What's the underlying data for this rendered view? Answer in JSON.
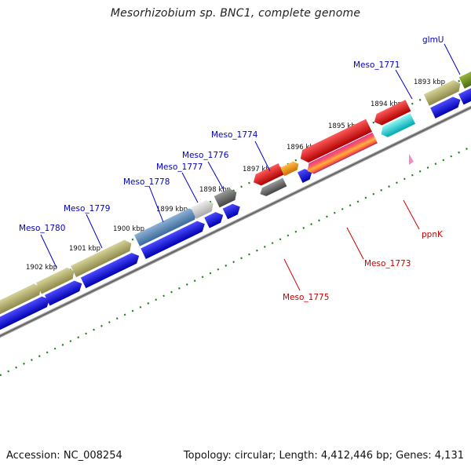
{
  "title": "Mesorhizobium sp. BNC1, complete genome",
  "footer": {
    "accession": "Accession: NC_008254",
    "topology": "Topology: circular; Length: 4,412,446 bp; Genes: 4,131"
  },
  "colors": {
    "forward_label": "#0000cc",
    "reverse_label": "#cc0000",
    "tick": "#1a7f1a",
    "backbone": "#777777",
    "cds_forward": "#0000ee",
    "cds_reverse": "#ee0000"
  },
  "kbp_ticks": [
    "1893 kbp",
    "1894 kbp",
    "1895 kbp",
    "1896 kbp",
    "1897 kbp",
    "1898 kbp",
    "1899 kbp",
    "1900 kbp",
    "1901 kbp",
    "1902 kbp"
  ],
  "gene_labels": [
    {
      "id": "glmU",
      "label": "glmU",
      "strand": "forward"
    },
    {
      "id": "meso-1771",
      "label": "Meso_1771",
      "strand": "forward"
    },
    {
      "id": "meso-1774",
      "label": "Meso_1774",
      "strand": "forward"
    },
    {
      "id": "meso-1776",
      "label": "Meso_1776",
      "strand": "forward"
    },
    {
      "id": "meso-1777",
      "label": "Meso_1777",
      "strand": "forward"
    },
    {
      "id": "meso-1778",
      "label": "Meso_1778",
      "strand": "forward"
    },
    {
      "id": "meso-1779",
      "label": "Meso_1779",
      "strand": "forward"
    },
    {
      "id": "meso-1780",
      "label": "Meso_1780",
      "strand": "forward"
    },
    {
      "id": "ppnk",
      "label": "ppnK",
      "strand": "reverse"
    },
    {
      "id": "meso-1773",
      "label": "Meso_1773",
      "strand": "reverse"
    },
    {
      "id": "meso-1775",
      "label": "Meso_1775",
      "strand": "reverse"
    }
  ]
}
